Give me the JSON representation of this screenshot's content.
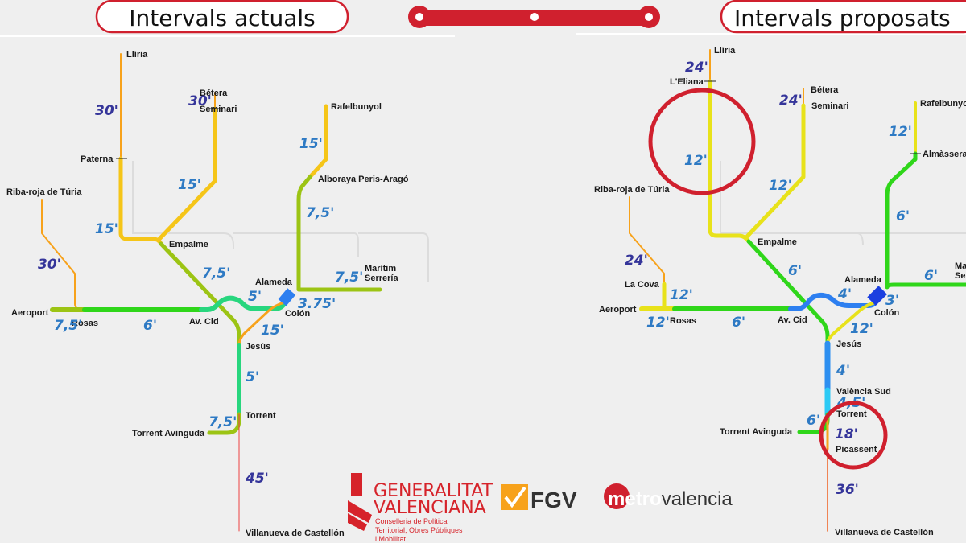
{
  "header": {
    "left_title": "Intervals actuals",
    "right_title": "Intervals proposats"
  },
  "colors": {
    "accent": "#d0202e",
    "orange": "#f7a21b",
    "yellow": "#f5c518",
    "olive": "#9cc414",
    "green": "#2fd61a",
    "teal": "#28d67e",
    "blue": "#2d7ff0",
    "navy": "#1b3fe0"
  },
  "left": {
    "stations": {
      "lliria": "Llíria",
      "paterna": "Paterna",
      "betera": "Bétera",
      "seminari": "Seminari",
      "rafelbunyol": "Rafelbunyol",
      "alboraya": "Alboraya Peris-Aragó",
      "riba_roja": "Riba-roja de Túria",
      "empalme": "Empalme",
      "maritim": "Marítim",
      "serreria": "Serrería",
      "alameda": "Alameda",
      "aeroport": "Aeroport",
      "rosas": "Rosas",
      "av_cid": "Av. Cid",
      "colon": "Colón",
      "jesus": "Jesús",
      "torrent": "Torrent",
      "torrent_av": "Torrent Avinguda",
      "villanueva": "Villanueva de Castellón"
    },
    "intervals": [
      "30'",
      "30'",
      "15'",
      "15'",
      "15'",
      "30'",
      "7,5'",
      "7,5'",
      "5'",
      "7,5'",
      "3.75'",
      "7,5'",
      "6'",
      "15'",
      "5'",
      "7,5'",
      "45'"
    ]
  },
  "right": {
    "stations": {
      "lliria": "Llíria",
      "leliana": "L'Eliana",
      "betera": "Bétera",
      "seminari": "Seminari",
      "rafelbunyol": "Rafelbunyol",
      "almassera": "Almàssera",
      "riba_roja": "Riba-roja de Túria",
      "empalme": "Empalme",
      "maritim": "Ma",
      "serreria": "Ser",
      "alameda": "Alameda",
      "la_cova": "La Cova",
      "aeroport": "Aeroport",
      "rosas": "Rosas",
      "av_cid": "Av. Cid",
      "colon": "Colón",
      "jesus": "Jesús",
      "valencia_sud": "València Sud",
      "torrent": "Torrent",
      "torrent_av": "Torrent Avinguda",
      "picassent": "Picassent",
      "villanueva": "Villanueva de Castellón"
    },
    "intervals": [
      "24'",
      "12'",
      "24'",
      "12'",
      "12'",
      "6'",
      "24'",
      "6'",
      "12'",
      "4'",
      "6'",
      "3'",
      "12'",
      "6'",
      "12'",
      "4'",
      "4,5'",
      "6'",
      "18'",
      "36'"
    ]
  },
  "logos": {
    "gva_line1": "GENERALITAT",
    "gva_line2": "VALENCIANA",
    "gva_sub1": "Conselleria de Política",
    "gva_sub2": "Territorial, Obres Públiques",
    "gva_sub3": "i Mobilitat",
    "fgv": "FGV",
    "metro_a": "metro",
    "metro_b": "valencia"
  }
}
